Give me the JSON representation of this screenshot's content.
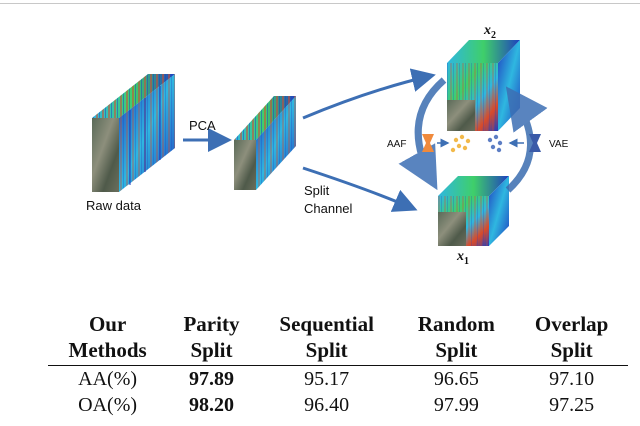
{
  "diagram": {
    "raw_data_label": "Raw data",
    "pca_label": "PCA",
    "split_channel_label": [
      "Split",
      "Channel"
    ],
    "x2_label": {
      "var": "x",
      "sub": "2"
    },
    "x1_label": {
      "var": "x",
      "sub": "1"
    },
    "aaf_label": "AAF",
    "vae_label": "VAE",
    "colors": {
      "arrow": "#3d6fb4",
      "cube_blue": "#1f3fbf",
      "cube_cyan": "#2fb7e0",
      "cube_green": "#3fcf6a",
      "cube_red": "#d84a2a",
      "aaf_orange": "#f08a3c",
      "vae_blue": "#3a5aa8"
    }
  },
  "table": {
    "headers": [
      [
        "Our",
        "Methods"
      ],
      [
        "Parity",
        "Split"
      ],
      [
        "Sequential",
        "Split"
      ],
      [
        "Random",
        "Split"
      ],
      [
        "Overlap",
        "Split"
      ]
    ],
    "rows": [
      {
        "label": "AA(%)",
        "values": [
          "97.89",
          "95.17",
          "96.65",
          "97.10"
        ]
      },
      {
        "label": "OA(%)",
        "values": [
          "98.20",
          "96.40",
          "97.99",
          "97.25"
        ]
      }
    ]
  }
}
